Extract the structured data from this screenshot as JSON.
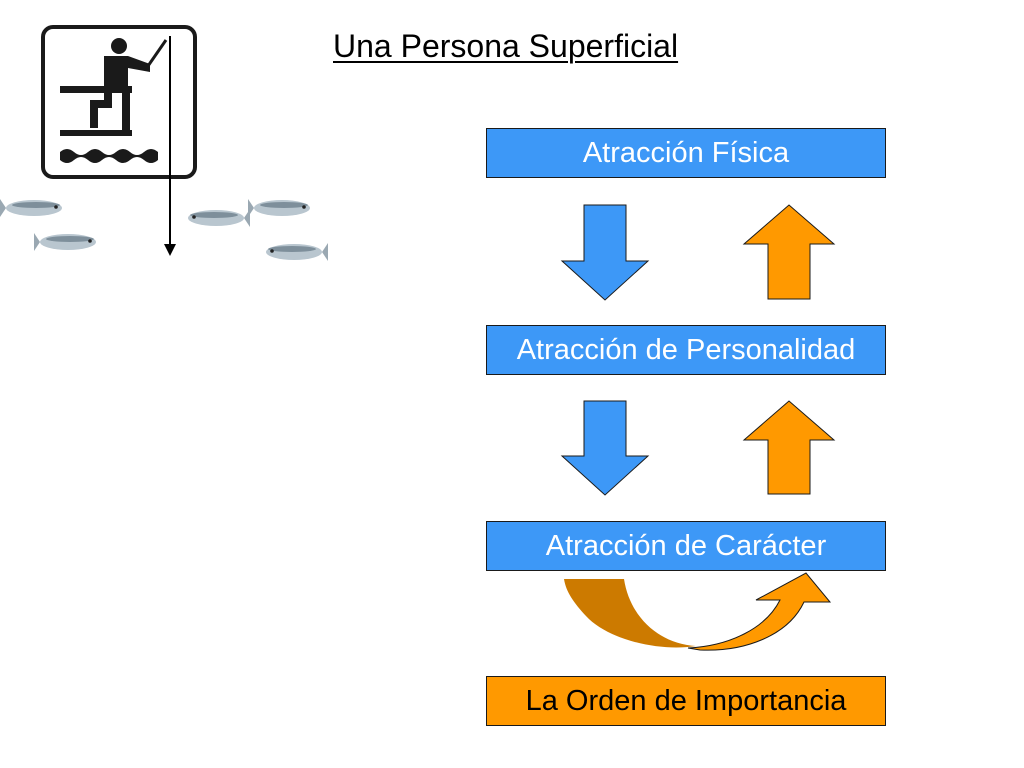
{
  "slide": {
    "title": "Una Persona Superficial"
  },
  "steps": [
    {
      "label": "Atracción Física"
    },
    {
      "label": "Atracción de Personalidad"
    },
    {
      "label": "Atracción de Carácter"
    }
  ],
  "footer_box": {
    "label": "La Orden de Importancia"
  },
  "icons": {
    "sign": "fishing-sign-icon",
    "fish": "fish-icon",
    "down": "down-arrow-icon",
    "up": "up-arrow-icon",
    "curve": "curved-arrow-icon"
  },
  "colors": {
    "box_blue": "#3d98f7",
    "arrow_blue": "#3d98f7",
    "arrow_orange": "#ff9900",
    "curve_dark": "#cc7a00",
    "footer_orange": "#ff9900",
    "sign_black": "#1a1a1a"
  }
}
